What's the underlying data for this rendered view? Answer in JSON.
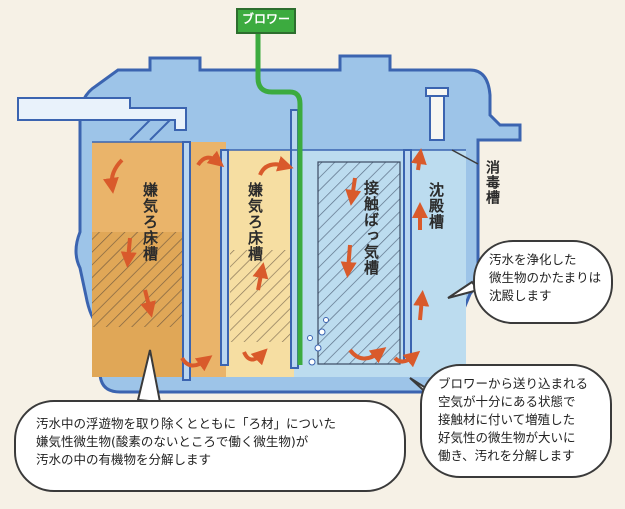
{
  "labels": {
    "blower": "ブロワー",
    "anaerobic_1": "嫌気ろ床槽",
    "anaerobic_2": "嫌気ろ床槽",
    "contact_aeration": "接触ばっ気槽",
    "sedimentation": "沈殿槽",
    "disinfection": "消毒槽"
  },
  "callouts": {
    "sedimentation_note": [
      "汚水を浄化した",
      "微生物のかたまりは",
      "沈殿します"
    ],
    "aeration_note": [
      "ブロワーから送り込まれる",
      "空気が十分にある状態で",
      "接触材に付いて増殖した",
      "好気性の微生物が大いに",
      "働き、汚れを分解します"
    ],
    "anaerobic_note": [
      "汚水中の浮遊物を取り除くとともに「ろ材」についた",
      "嫌気性微生物(酸素のないところで働く微生物)が",
      "汚水の中の有機物を分解します"
    ]
  },
  "colors": {
    "anaerobic_1_upper": "#eab46a",
    "anaerobic_1_lower": "#e0a757",
    "anaerobic_2": "#f6dea2",
    "aeration": "#bcdcef",
    "tank_outline": "#3b64b0",
    "tank_wall": "#9dc4e8",
    "flow_arrow": "#d95a2b",
    "blower_pipe": "#3cab3f"
  }
}
